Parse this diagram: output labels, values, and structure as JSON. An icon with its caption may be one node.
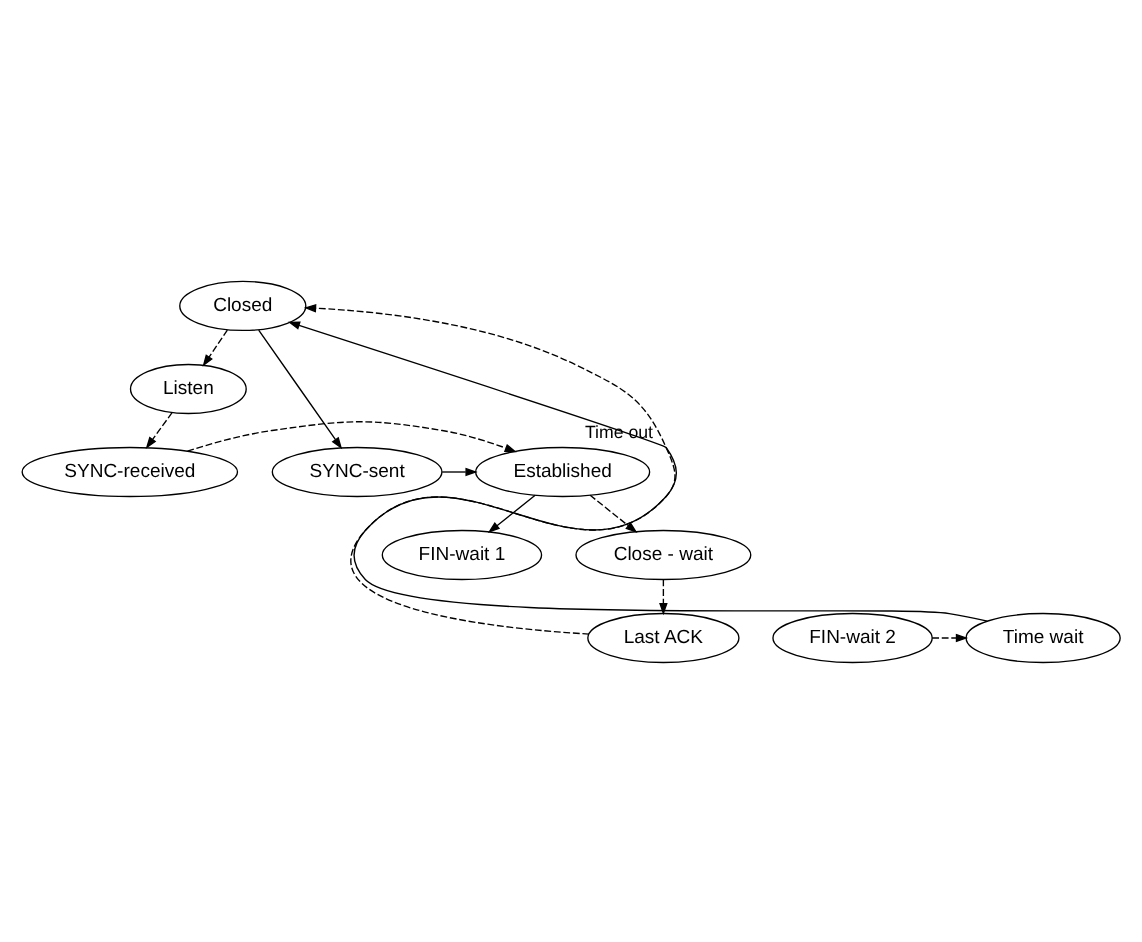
{
  "diagram": {
    "nodes": [
      {
        "text": [
          "Closed"
        ]
      },
      {
        "text": [
          "Listen"
        ]
      },
      {
        "text": [
          "SYNC-received"
        ]
      },
      {
        "text": [
          "Established"
        ]
      },
      {
        "text": [
          "SYNC-sent"
        ]
      },
      {
        "text": [
          "FIN-wait 1"
        ]
      },
      {
        "text": [
          "Close - wait"
        ]
      },
      {
        "text": [
          "FIN-wait 2"
        ]
      },
      {
        "text": [
          "Time wait"
        ]
      },
      {
        "text": [
          "Last ACK"
        ]
      }
    ],
    "edges": [
      {
        "from": 0,
        "to": 1,
        "arrow": "to",
        "style": "dashed"
      },
      {
        "from": 0,
        "to": 4,
        "arrow": "to"
      },
      {
        "from": 1,
        "to": 2,
        "arrow": "to",
        "style": "dashed"
      },
      {
        "from": 2,
        "to": 3,
        "arrow": "to",
        "style": "dashed"
      },
      {
        "from": 4,
        "to": 3,
        "arrow": "to"
      },
      {
        "from": 3,
        "to": 5,
        "arrow": "to"
      },
      {
        "from": 3,
        "to": 6,
        "arrow": "to",
        "style": "dashed"
      },
      {
        "from": 6,
        "to": 9,
        "arrow": "to",
        "style": "dashed"
      },
      {
        "from": 7,
        "to": 8,
        "arrow": "to",
        "style": "dashed"
      },
      {
        "from": 8,
        "to": 0,
        "arrow": "to",
        "label": "Time out"
      },
      {
        "from": 9,
        "to": 0,
        "arrow": "to",
        "style": "dashed"
      }
    ]
  }
}
